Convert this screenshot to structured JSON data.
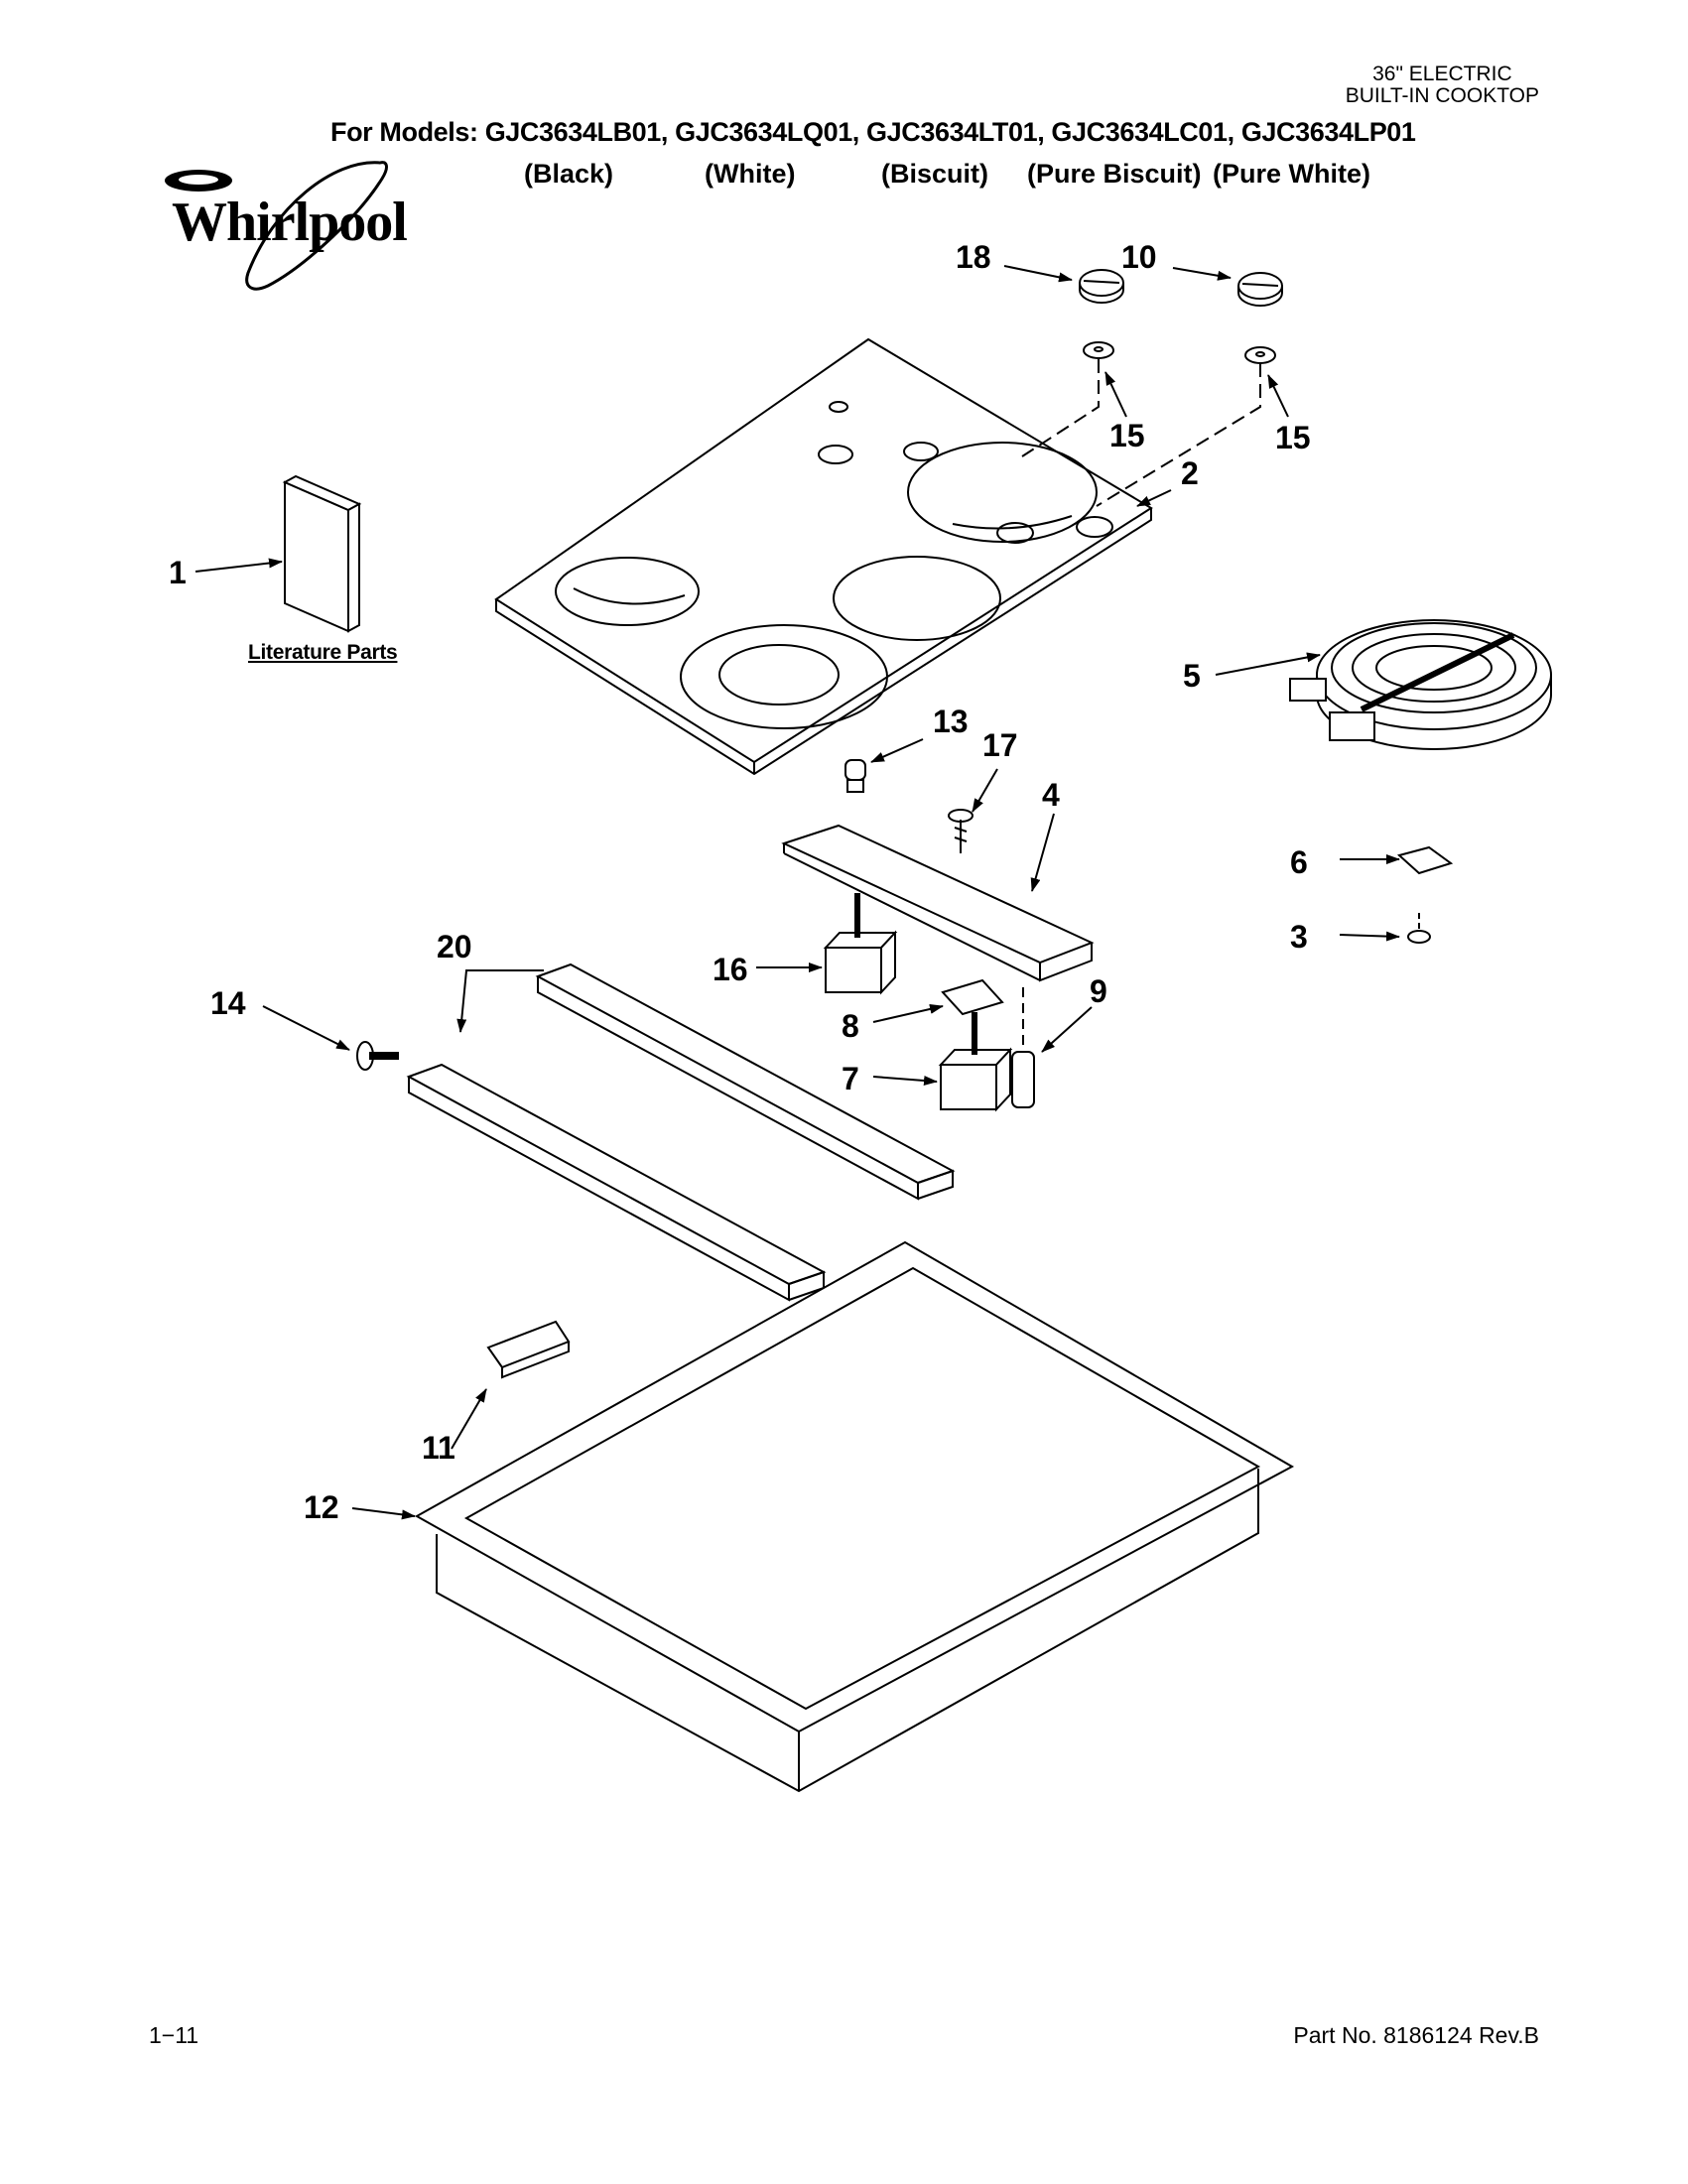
{
  "header": {
    "category_line1": "36\" ELECTRIC",
    "category_line2": "BUILT-IN COOKTOP",
    "models_label": "For Models: GJC3634LB01, GJC3634LQ01, GJC3634LT01, GJC3634LC01, GJC3634LP01",
    "colors": [
      "(Black)",
      "(White)",
      "(Biscuit)",
      "(Pure Biscuit)",
      "(Pure White)"
    ]
  },
  "brand": {
    "name": "Whirlpool"
  },
  "diagram": {
    "literature_label": "Literature Parts",
    "callouts": [
      "1",
      "2",
      "3",
      "4",
      "5",
      "6",
      "7",
      "8",
      "9",
      "10",
      "11",
      "12",
      "13",
      "14",
      "15",
      "15",
      "16",
      "17",
      "18",
      "20"
    ]
  },
  "footer": {
    "page": "1−11",
    "part_number": "Part No. 8186124 Rev.B"
  }
}
